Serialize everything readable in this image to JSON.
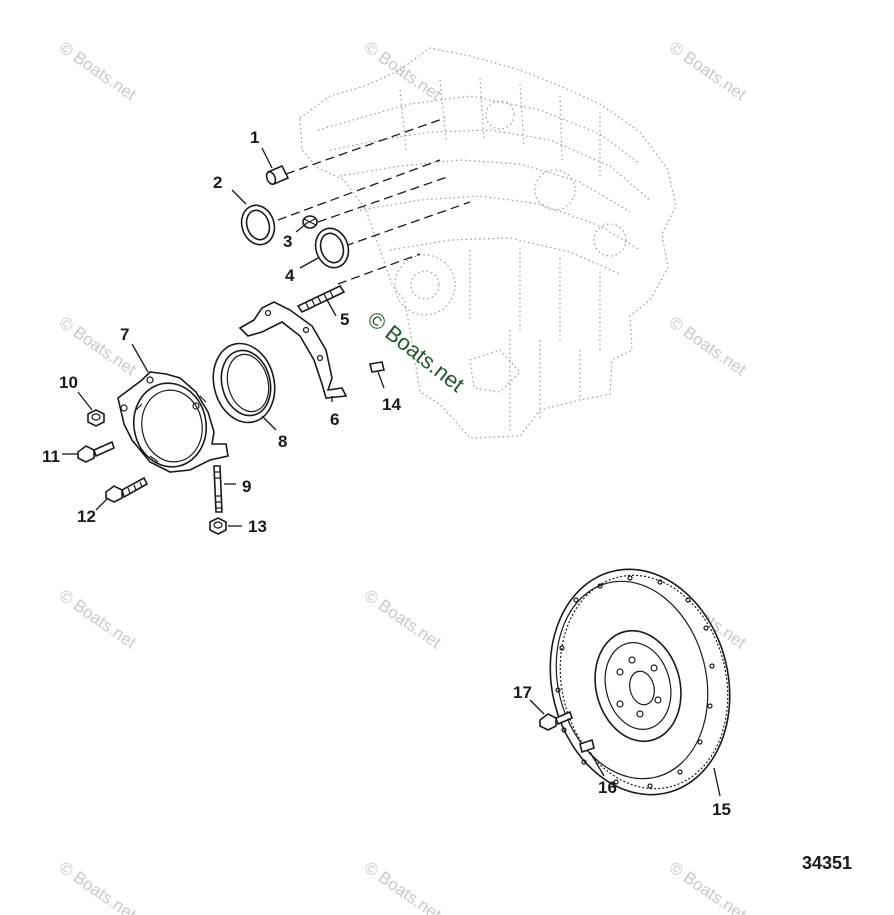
{
  "diagram": {
    "number": "34351",
    "watermark_text": "© Boats.net",
    "center_watermark_text": "© Boats.net",
    "callouts": [
      {
        "id": "1",
        "label": "1"
      },
      {
        "id": "2",
        "label": "2"
      },
      {
        "id": "3",
        "label": "3"
      },
      {
        "id": "4",
        "label": "4"
      },
      {
        "id": "5",
        "label": "5"
      },
      {
        "id": "6",
        "label": "6"
      },
      {
        "id": "7",
        "label": "7"
      },
      {
        "id": "8",
        "label": "8"
      },
      {
        "id": "9",
        "label": "9"
      },
      {
        "id": "10",
        "label": "10"
      },
      {
        "id": "11",
        "label": "11"
      },
      {
        "id": "12",
        "label": "12"
      },
      {
        "id": "13",
        "label": "13"
      },
      {
        "id": "14",
        "label": "14"
      },
      {
        "id": "15",
        "label": "15"
      },
      {
        "id": "16",
        "label": "16"
      },
      {
        "id": "17",
        "label": "17"
      }
    ]
  }
}
